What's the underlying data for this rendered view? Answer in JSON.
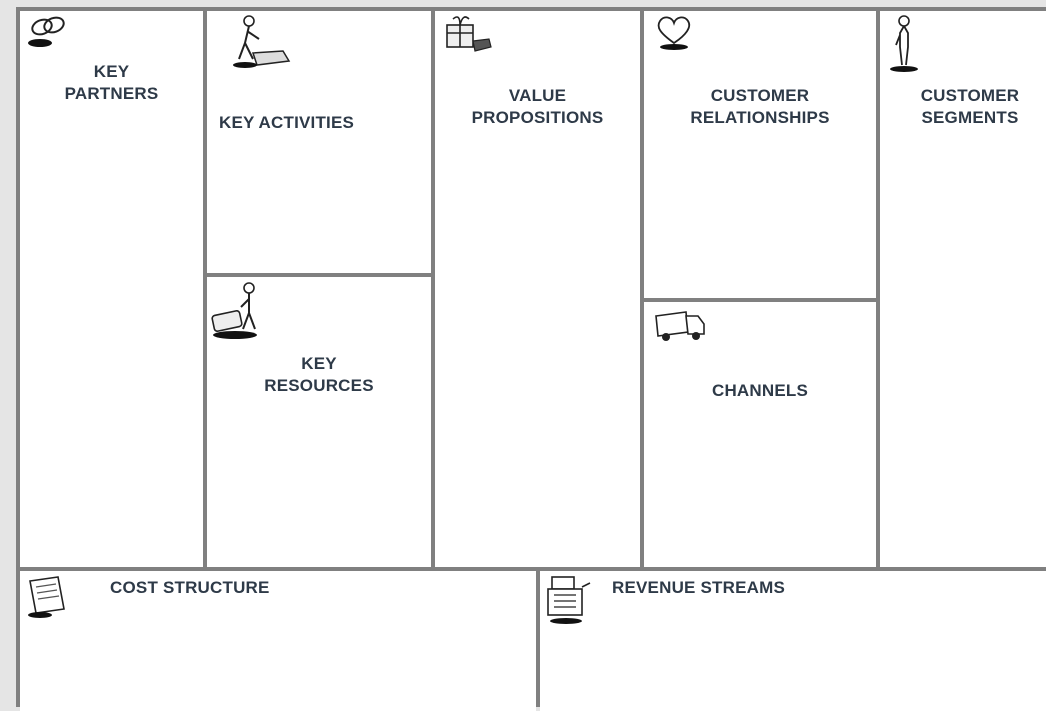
{
  "canvas": {
    "title": "Business Model Canvas",
    "blocks": {
      "key_partners": {
        "label": "KEY\nPARTNERS",
        "icon": "chain-links-icon"
      },
      "key_activities": {
        "label": "KEY ACTIVITIES",
        "icon": "worker-activity-icon"
      },
      "key_resources": {
        "label": "KEY\nRESOURCES",
        "icon": "worker-resource-icon"
      },
      "value_propositions": {
        "label": "VALUE\nPROPOSITIONS",
        "icon": "gift-icon"
      },
      "customer_relationships": {
        "label": "CUSTOMER\nRELATIONSHIPS",
        "icon": "heart-icon"
      },
      "channels": {
        "label": "CHANNELS",
        "icon": "delivery-truck-icon"
      },
      "customer_segments": {
        "label": "CUSTOMER\nSEGMENTS",
        "icon": "person-icon"
      },
      "cost_structure": {
        "label": "COST STRUCTURE",
        "icon": "receipt-icon"
      },
      "revenue_streams": {
        "label": "REVENUE STREAMS",
        "icon": "cash-register-icon"
      }
    }
  },
  "colors": {
    "grid": "#808080",
    "cell": "#ffffff",
    "label": "#2e3a48",
    "backdrop": "#e5e5e5"
  }
}
